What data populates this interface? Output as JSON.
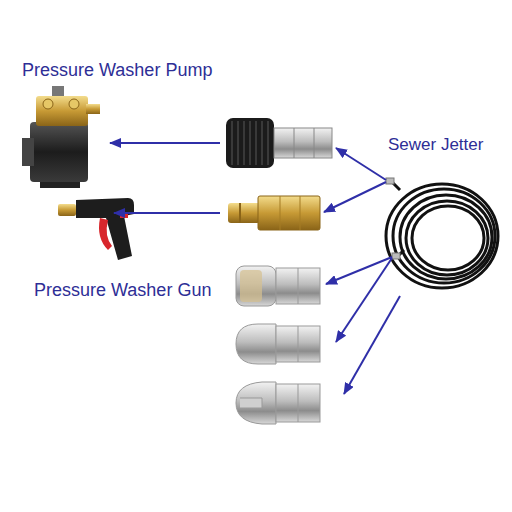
{
  "diagram": {
    "labels": [
      "Pressure Washer Pump",
      "Sewer Jetter",
      "Pressure Washer Gun"
    ]
  }
}
